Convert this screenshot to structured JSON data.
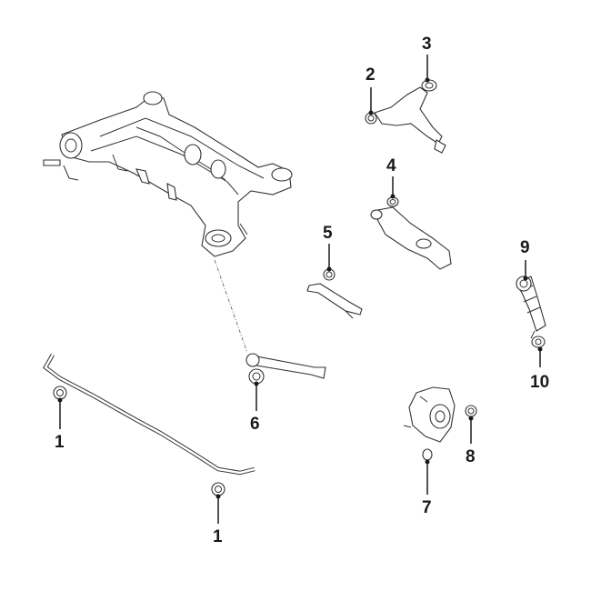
{
  "callouts": [
    {
      "id": "c1a",
      "text": "1"
    },
    {
      "id": "c1b",
      "text": "1"
    },
    {
      "id": "c2",
      "text": "2"
    },
    {
      "id": "c3",
      "text": "3"
    },
    {
      "id": "c4",
      "text": "4"
    },
    {
      "id": "c5",
      "text": "5"
    },
    {
      "id": "c6",
      "text": "6"
    },
    {
      "id": "c7",
      "text": "7"
    },
    {
      "id": "c8",
      "text": "8"
    },
    {
      "id": "c9",
      "text": "9"
    },
    {
      "id": "c10",
      "text": "10"
    }
  ],
  "colors": {
    "line": "#333333",
    "label": "#1a1a1a",
    "background": "#ffffff"
  }
}
